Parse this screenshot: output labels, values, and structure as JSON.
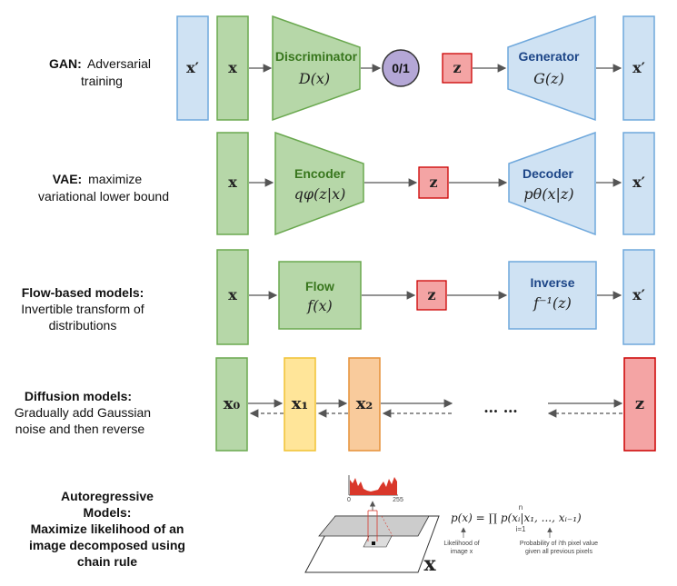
{
  "gan": {
    "label_bold": "GAN:",
    "label_rest": "Adversarial",
    "label_line2": "training",
    "x_prime": "x′",
    "x": "x",
    "disc_title": "Discriminator",
    "disc_expr": "D(x)",
    "out": "0/1",
    "z": "z",
    "gen_title": "Generator",
    "gen_expr": "G(z)",
    "x_prime_out": "x′"
  },
  "vae": {
    "label_bold": "VAE:",
    "label_rest": "maximize",
    "label_line2": "variational lower bound",
    "x": "x",
    "enc_title": "Encoder",
    "enc_expr": "qφ(z|x)",
    "z": "z",
    "dec_title": "Decoder",
    "dec_expr": "pθ(x|z)",
    "x_prime": "x′"
  },
  "flow": {
    "label_line1": "Flow-based models:",
    "label_line2": "Invertible transform of",
    "label_line3": "distributions",
    "x": "x",
    "flow_title": "Flow",
    "flow_expr": "f(x)",
    "z": "z",
    "inv_title": "Inverse",
    "inv_expr": "f⁻¹(z)",
    "x_prime": "x′"
  },
  "diffusion": {
    "label_line1": "Diffusion models:",
    "label_line2": "Gradually add Gaussian",
    "label_line3": "noise and then reverse",
    "x0": "x₀",
    "x1": "x₁",
    "x2": "x₂",
    "dots": "… …",
    "z": "z"
  },
  "autoregressive": {
    "label_line1": "Autoregressive",
    "label_line2": "Models:",
    "label_line3": "Maximize likelihood of an",
    "label_line4": "image decomposed using",
    "label_line5": "chain rule",
    "formula": "p(x) = ∏ p(xᵢ|x₁, ..., xᵢ₋₁)",
    "prod_top": "n",
    "prod_bottom": "i=1",
    "note_likelihood_1": "Likelihood of",
    "note_likelihood_2": "image x",
    "note_prob_1": "Probability of i'th pixel value",
    "note_prob_2": "given all previous pixels",
    "x_big": "x",
    "hist_tick_0": "0",
    "hist_tick_255": "255"
  },
  "colors": {
    "green_fill": "#b6d7a8",
    "green_stroke": "#6aa84f",
    "blue_fill": "#cfe2f3",
    "blue_stroke": "#6fa8dc",
    "red_fill": "#f4a4a4",
    "red_stroke": "#cc0000",
    "purple_fill": "#b4a7d6",
    "yellow_fill": "#ffe599",
    "orange_fill": "#f9cb9c",
    "green_text": "#38761d",
    "blue_text": "#1c4587"
  }
}
